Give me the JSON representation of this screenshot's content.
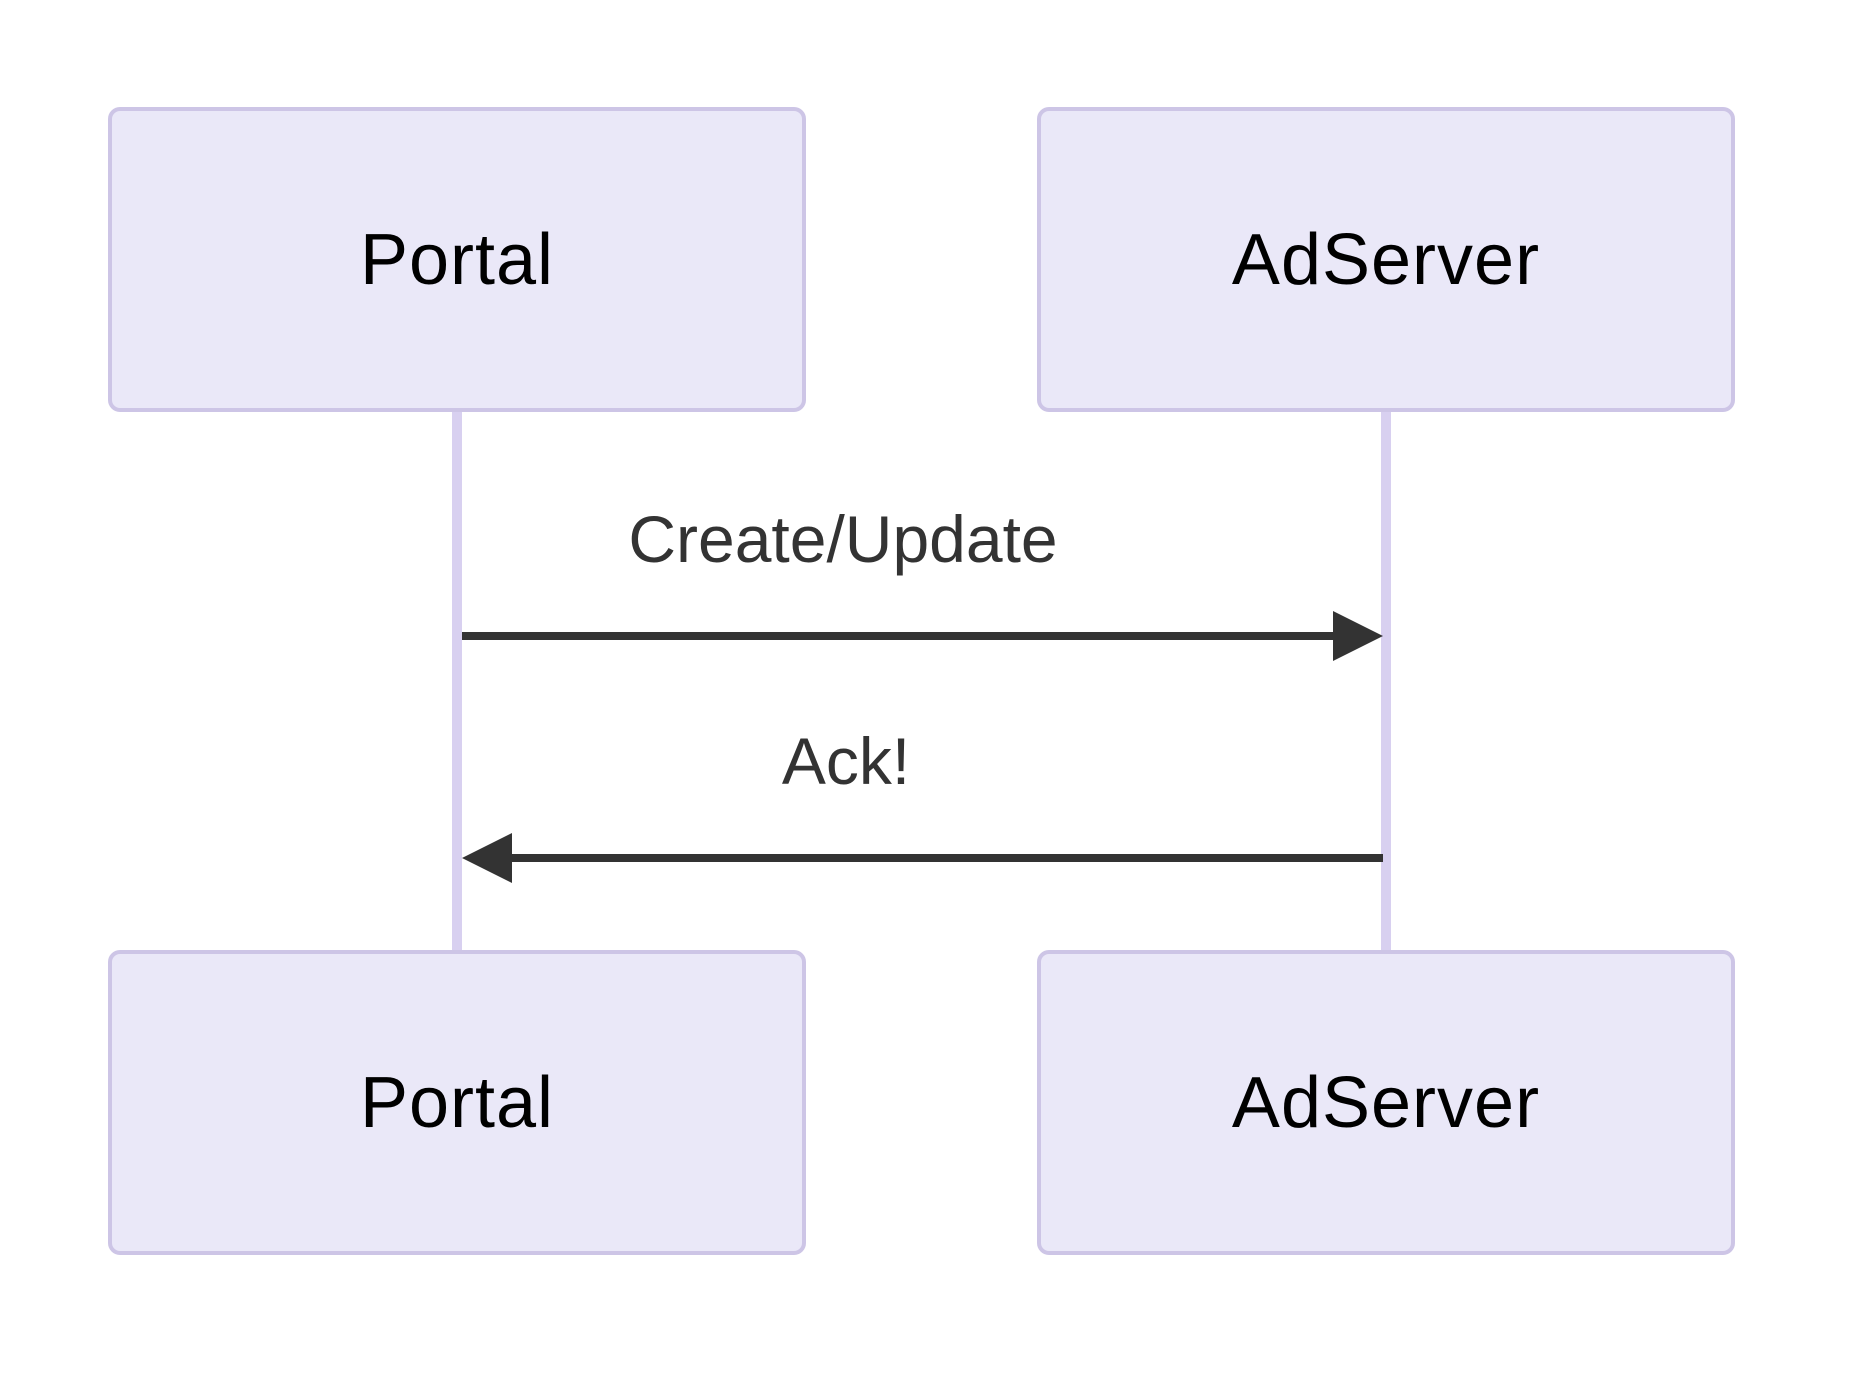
{
  "diagram": {
    "type": "sequence-diagram",
    "participants": [
      {
        "name": "Portal"
      },
      {
        "name": "AdServer"
      }
    ],
    "messages": [
      {
        "from": "Portal",
        "to": "AdServer",
        "label": "Create/Update",
        "direction": "right"
      },
      {
        "from": "AdServer",
        "to": "Portal",
        "label": "Ack!",
        "direction": "left"
      }
    ]
  },
  "colors": {
    "background": "#FFFFFF",
    "actor_fill": "#EAE8F8",
    "actor_border": "#CDC5E6",
    "lifeline": "#D8D0F0",
    "message_line": "#333333",
    "message_text": "#333333",
    "actor_text": "#000000"
  }
}
